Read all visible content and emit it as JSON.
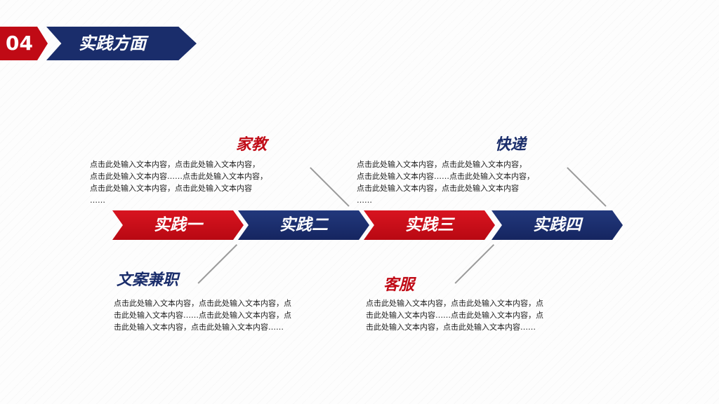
{
  "header": {
    "number": "04",
    "title": "实践方面"
  },
  "steps": [
    {
      "label": "实践一",
      "color": "#c00a15"
    },
    {
      "label": "实践二",
      "color": "#1a2d6b"
    },
    {
      "label": "实践三",
      "color": "#c00a15"
    },
    {
      "label": "实践四",
      "color": "#1a2d6b"
    }
  ],
  "sections": {
    "jiajiao": {
      "title": "家教",
      "lines": [
        "点击此处输入文本内容，点击此处输入文本内容，",
        "点击此处输入文本内容……点击此处输入文本内容，",
        "点击此处输入文本内容，点击此处输入文本内容",
        "……"
      ]
    },
    "kuaidi": {
      "title": "快递",
      "lines": [
        "点击此处输入文本内容，点击此处输入文本内容，",
        "点击此处输入文本内容……点击此处输入文本内容，",
        "点击此处输入文本内容，点击此处输入文本内容",
        "……"
      ]
    },
    "wenan": {
      "title": "文案兼职",
      "lines": [
        "点击此处输入文本内容，点击此处输入文本内容，点",
        "击此处输入文本内容……点击此处输入文本内容，点",
        "击此处输入文本内容，点击此处输入文本内容……"
      ]
    },
    "kefu": {
      "title": "客服",
      "lines": [
        "点击此处输入文本内容，点击此处输入文本内容，点",
        "击此处输入文本内容……点击此处输入文本内容，点",
        "击此处输入文本内容，点击此处输入文本内容……"
      ]
    }
  }
}
